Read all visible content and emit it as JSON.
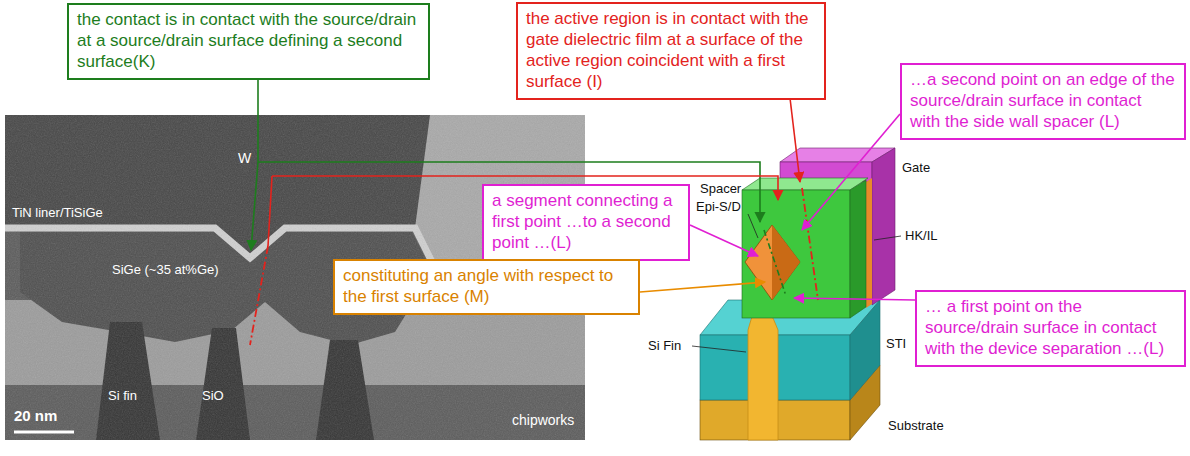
{
  "diagram": {
    "nodes": [
      {
        "text": [
          "the contact is in contact with the source/drain at a source/drain surface defining a second surface(K)"
        ]
      },
      {
        "text": [
          "the active region is in contact with the gate dielectric film at a surface of the active region coincident with a first surface (I)"
        ]
      },
      {
        "text": [
          "…a second point on an edge of the source/drain surface in contact with the side wall spacer (L)"
        ]
      },
      {
        "text": [
          "a segment connecting a first point …to a second point …(L)"
        ]
      },
      {
        "text": [
          "constituting an angle with respect to the first surface (M)"
        ]
      },
      {
        "text": [
          "… a first point on the source/drain surface in contact with the device separation …(L)"
        ]
      }
    ],
    "labels": [
      "W",
      "TiN liner/TiSiGe",
      "SiGe (~35 at%Ge)",
      "Si fin",
      "SiO",
      "20 nm",
      "chipworks",
      "Gate",
      "Spacer",
      "Epi-S/D",
      "HK/IL",
      "STI",
      "Si Fin",
      "Substrate"
    ]
  }
}
